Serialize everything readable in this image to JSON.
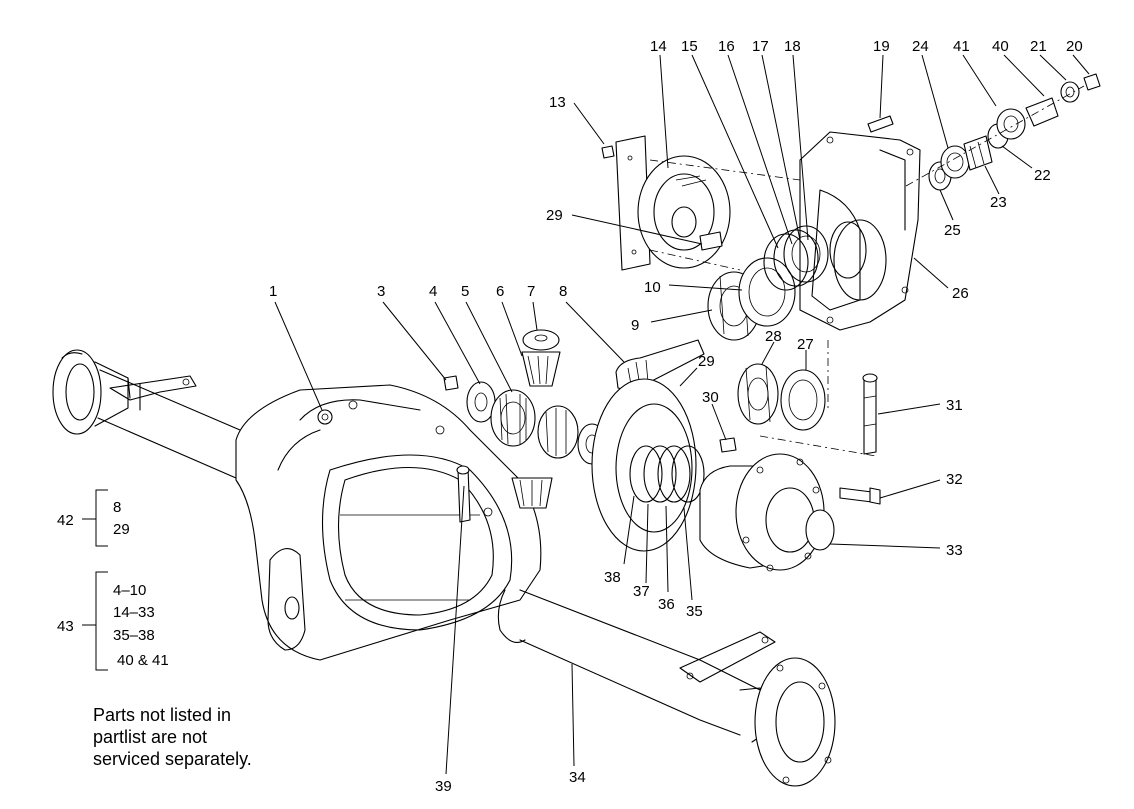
{
  "callouts": {
    "c1": "1",
    "c3": "3",
    "c4": "4",
    "c5": "5",
    "c6": "6",
    "c7": "7",
    "c8": "8",
    "c9": "9",
    "c10": "10",
    "c13": "13",
    "c14": "14",
    "c15": "15",
    "c16": "16",
    "c17": "17",
    "c18": "18",
    "c19": "19",
    "c20": "20",
    "c21": "21",
    "c22": "22",
    "c23": "23",
    "c24": "24",
    "c25": "25",
    "c26": "26",
    "c27": "27",
    "c28": "28",
    "c29a": "29",
    "c29b": "29",
    "c30": "30",
    "c31": "31",
    "c32": "32",
    "c33": "33",
    "c34": "34",
    "c35": "35",
    "c36": "36",
    "c37": "37",
    "c38": "38",
    "c39": "39",
    "c40": "40",
    "c41": "41"
  },
  "groups": {
    "g42": {
      "id": "42",
      "items": [
        "8",
        "29"
      ]
    },
    "g43": {
      "id": "43",
      "items": [
        "4–10",
        "14–33",
        "35–38",
        "40 & 41"
      ]
    }
  },
  "note": {
    "line1": "Parts not listed in",
    "line2": "partlist are not",
    "line3": "serviced separately."
  }
}
